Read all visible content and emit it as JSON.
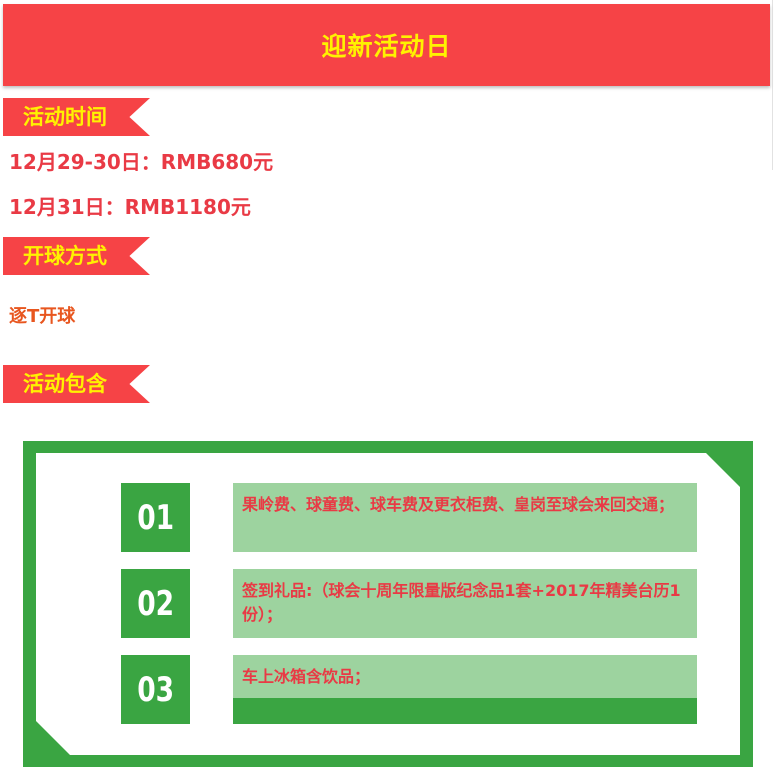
{
  "header": {
    "title": "迎新活动日"
  },
  "sections": {
    "time": {
      "label": "活动时间"
    },
    "tee": {
      "label": "开球方式"
    },
    "includes": {
      "label": "活动包含"
    }
  },
  "prices": [
    "12月29-30日：RMB680元",
    "12月31日：RMB1180元"
  ],
  "tee_method": "逐T开球",
  "includes_items": [
    {
      "number": "01",
      "text": "果岭费、球童费、球车费及更衣柜费、皇岗至球会来回交通；"
    },
    {
      "number": "02",
      "text": "签到礼品:（球会十周年限量版纪念品1套+2017年精美台历1份）；"
    },
    {
      "number": "03",
      "text": "车上冰箱含饮品；"
    }
  ],
  "colors": {
    "header_red": "#f64346",
    "title_yellow": "#fff200",
    "price_red": "#e93a45",
    "tee_orange": "#e8561f",
    "frame_green": "#3aa542",
    "item_light_green": "#9dd39f"
  }
}
